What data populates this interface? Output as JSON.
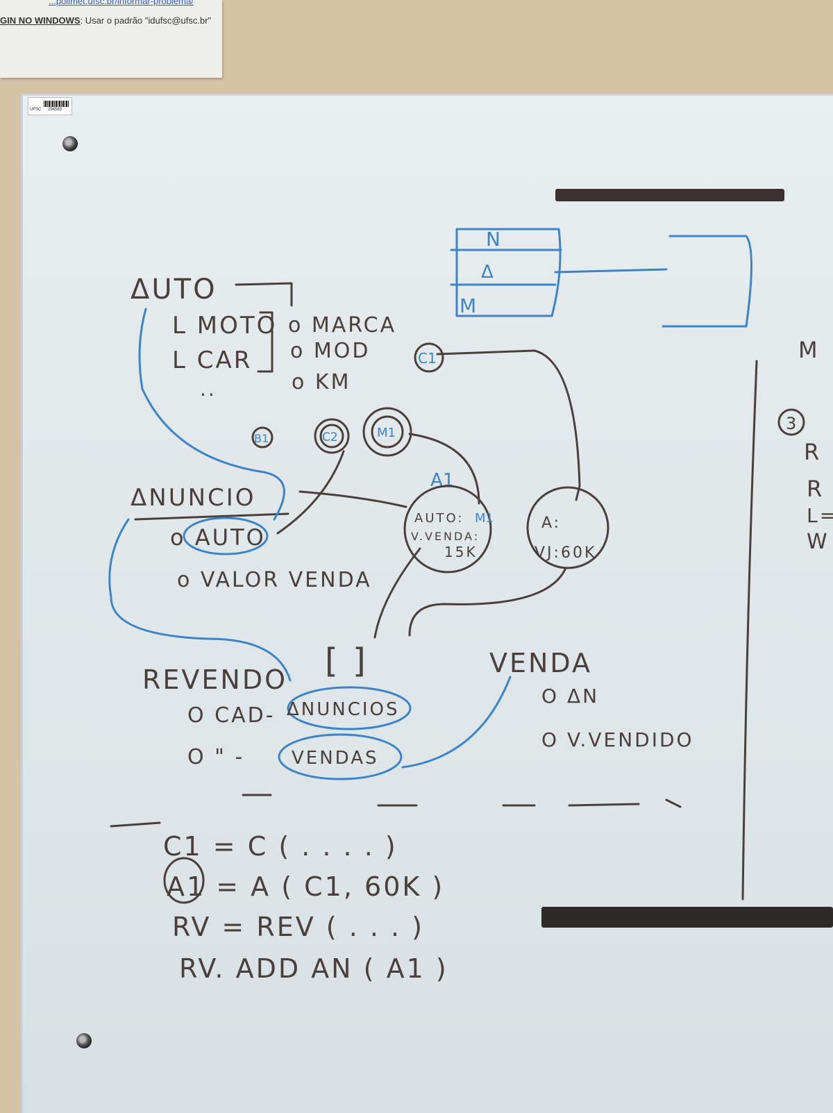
{
  "notice": {
    "url_fragment": "...polimet.ufsc.br/informar-problema/",
    "login_label": "GIN NO WINDOWS",
    "login_text": ": Usar o padrão \"idufsc@ufsc.br\""
  },
  "barcode": {
    "org": "UFSC",
    "number": "294583"
  },
  "whiteboard": {
    "class_box_rows": [
      "N",
      "Δ",
      "M"
    ],
    "auto": {
      "title": "ΔUTO",
      "subclasses": [
        "L MOTO",
        "L CAR"
      ],
      "ellipsis": "..",
      "attributes": [
        "o MARCA",
        "o MOD",
        "o KM"
      ]
    },
    "objects": {
      "c1": "C1",
      "b1": "B1",
      "c2": "C2",
      "m1": "M1",
      "a1": "A1"
    },
    "anuncio": {
      "title": "ΔNUNCIO",
      "attributes": [
        "o AUTO",
        "o VALOR VENDA"
      ]
    },
    "a1_instance": {
      "auto": "AUTO:",
      "auto_ref": "M1",
      "venda": "V.VENDA:",
      "value": "15K"
    },
    "a2_instance": {
      "auto": "A:",
      "venda": "VJ:60K"
    },
    "array_brackets": "[        ]",
    "revendo": {
      "title": "REVENDO",
      "attributes": [
        "O CAD-",
        "O  \"  -"
      ],
      "anuncios": "ΔNUNCIOS",
      "vendas": "VENDAS"
    },
    "venda": {
      "title": "VENDA",
      "attributes": [
        "O ΔN",
        "O V.VENDIDO"
      ]
    },
    "code": [
      "C1 = C ( . . . . )",
      "A1 = A ( C1, 60K )",
      "RV = REV ( . . . )",
      "RV. ADD AN ( A1 )"
    ],
    "code_circled": "A1",
    "right_edge": {
      "letter_m": "M",
      "circled_3": "3",
      "fragments": [
        "R",
        "R",
        "L=",
        "W"
      ]
    }
  }
}
